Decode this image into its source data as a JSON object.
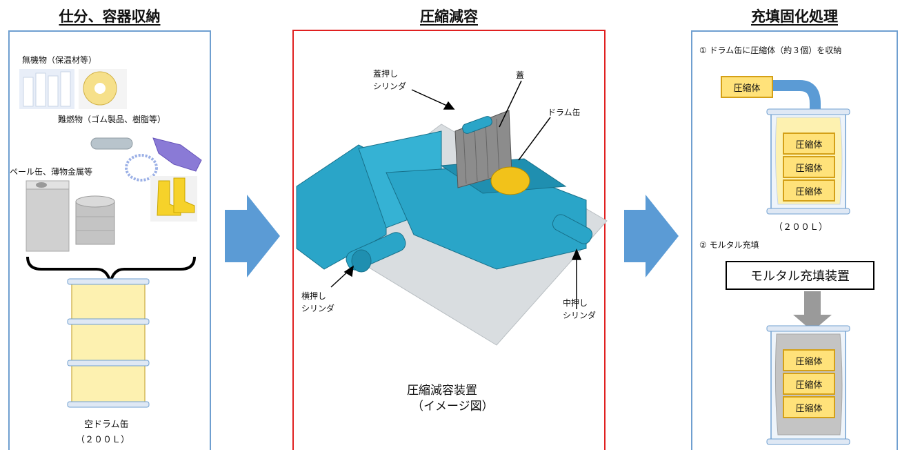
{
  "sections": {
    "left": {
      "title": "仕分、容器収納",
      "inorganic_label": "無機物（保温材等）",
      "hard_flammable_label": "難燃物（ゴム製品、樹脂等）",
      "pail_label": "ペール缶、薄物金属等",
      "drum_label": "空ドラム缶",
      "drum_capacity": "（２００Ｌ）"
    },
    "middle": {
      "title": "圧縮減容",
      "lid_cylinder": [
        "蓋押し",
        "シリンダ"
      ],
      "lid": "蓋",
      "drum": "ドラム缶",
      "side_cylinder": [
        "横押し",
        "シリンダ"
      ],
      "center_cylinder": [
        "中押し",
        "シリンダ"
      ],
      "device_name": "圧縮減容装置",
      "device_note": "（イメージ図）"
    },
    "right": {
      "title": "充填固化処理",
      "step1": "①  ドラム缶に圧縮体（約３個）を収納",
      "compact": "圧縮体",
      "capacity": "（２００Ｌ）",
      "step2": "②  モルタル充填",
      "mortar_device": "モルタル充填装置"
    }
  },
  "colors": {
    "panel_border": "#6f9fd0",
    "highlight_border": "#e02020",
    "arrow": "#5b9bd5",
    "drum_fill": "#fdf1b0",
    "machine": "#2aa5c8"
  }
}
